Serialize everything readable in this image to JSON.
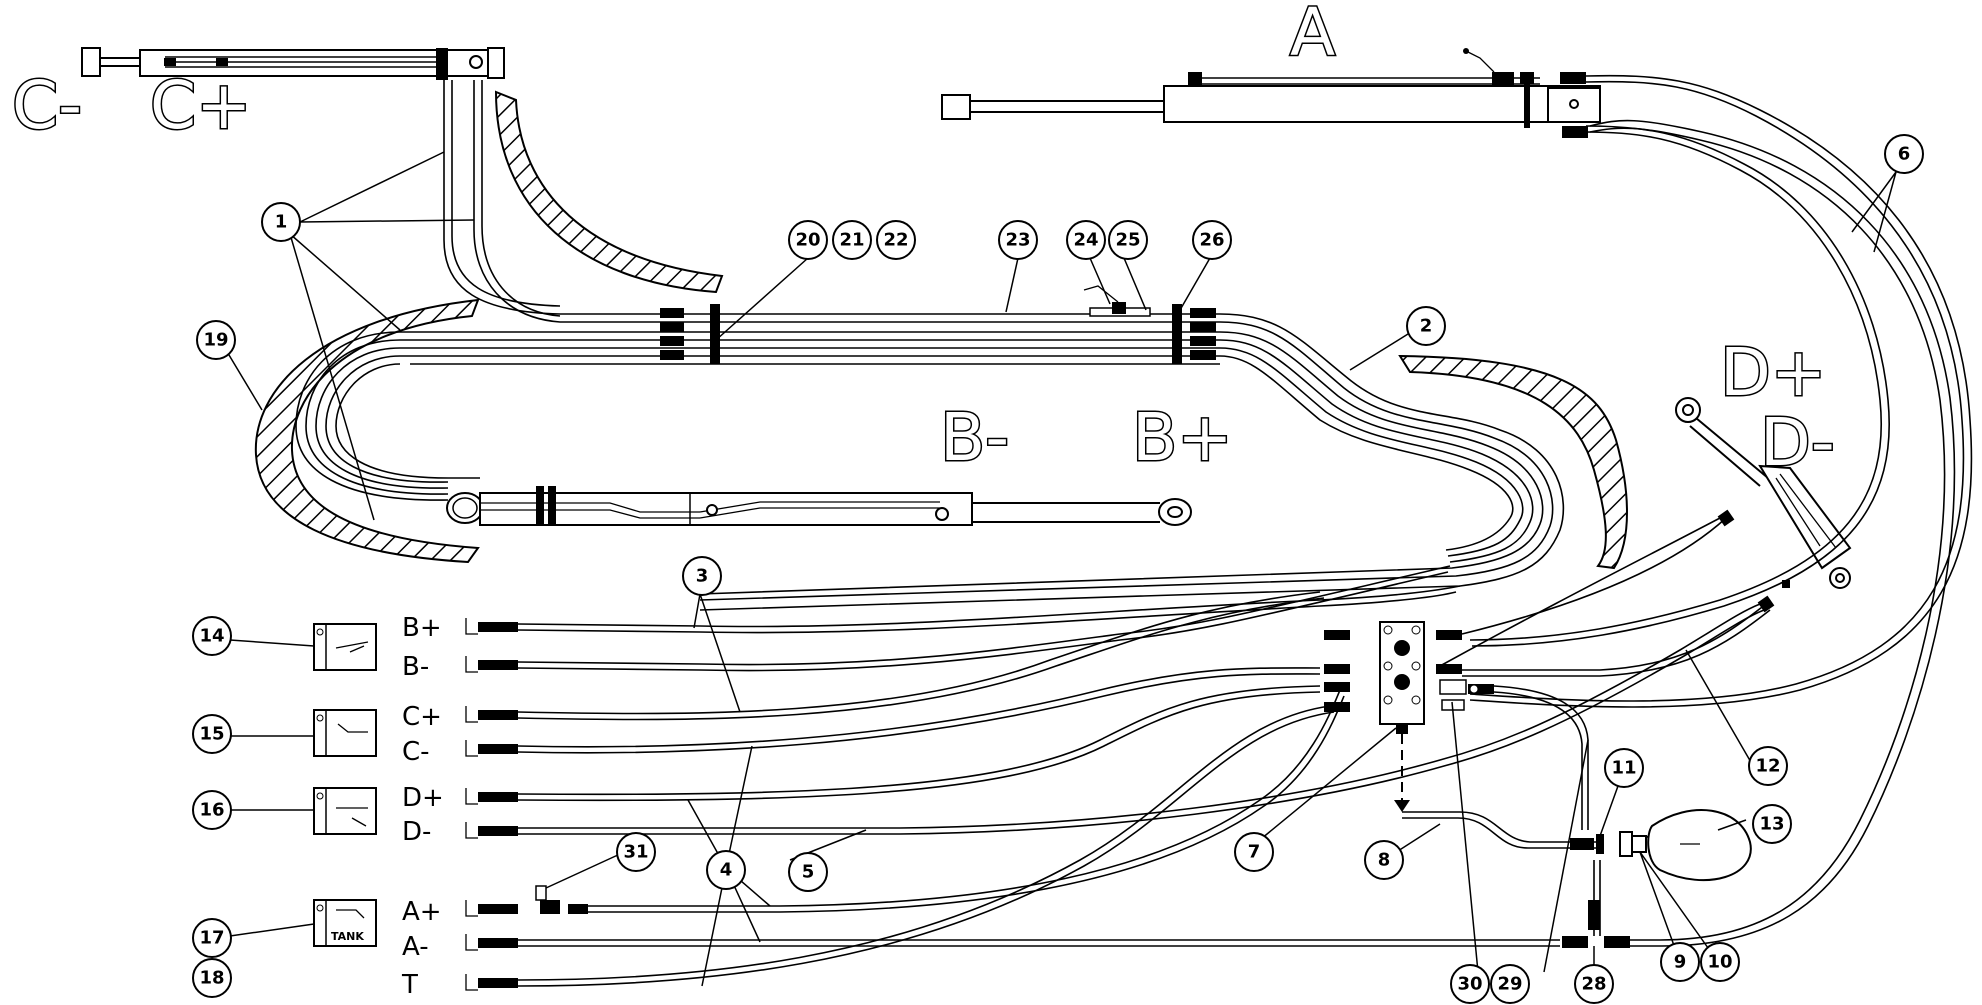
{
  "cylinder_labels": {
    "a": "A",
    "b_minus": "B-",
    "b_plus": "B+",
    "c_minus": "C-",
    "c_plus": "C+",
    "d_plus": "D+",
    "d_minus": "D-"
  },
  "port_labels": {
    "b_plus": "B+",
    "b_minus": "B-",
    "c_plus": "C+",
    "c_minus": "C-",
    "d_plus": "D+",
    "d_minus": "D-",
    "a_plus": "A+",
    "a_minus": "A-",
    "t": "T"
  },
  "tank_label": "TANK",
  "callouts": {
    "n1": "1",
    "n2": "2",
    "n3": "3",
    "n4": "4",
    "n5": "5",
    "n6": "6",
    "n7": "7",
    "n8": "8",
    "n9": "9",
    "n10": "10",
    "n11": "11",
    "n12": "12",
    "n13": "13",
    "n14": "14",
    "n15": "15",
    "n16": "16",
    "n17": "17",
    "n18": "18",
    "n19": "19",
    "n20": "20",
    "n21": "21",
    "n22": "22",
    "n23": "23",
    "n24": "24",
    "n25": "25",
    "n26": "26",
    "n28": "28",
    "n29": "29",
    "n30": "30",
    "n31": "31"
  }
}
